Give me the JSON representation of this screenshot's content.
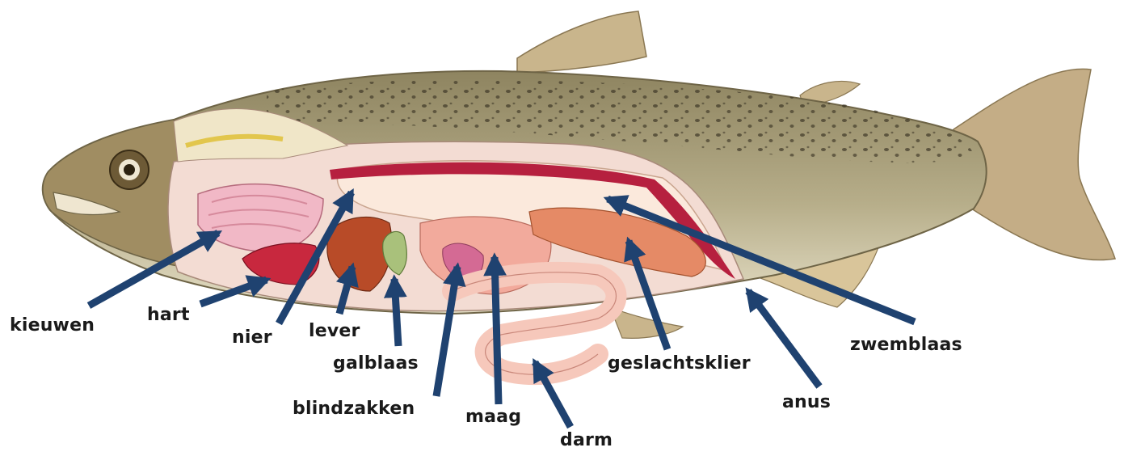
{
  "diagram": {
    "labels": {
      "kieuwen": "kieuwen",
      "hart": "hart",
      "nier": "nier",
      "lever": "lever",
      "galblaas": "galblaas",
      "blindzakken": "blindzakken",
      "maag": "maag",
      "darm": "darm",
      "geslachtsklier": "geslachtsklier",
      "anus": "anus",
      "zwemblaas": "zwemblaas"
    },
    "colors": {
      "arrow": "#1f4270",
      "body_dark": "#8e8460",
      "body_light": "#e6e0c8",
      "belly_cavity": "#f3dcd3",
      "gills": "#f1b8c6",
      "heart": "#c8283e",
      "kidney": "#b6203f",
      "liver": "#b84b28",
      "gallbladder": "#a9c17b",
      "stomach": "#f2aa9c",
      "intestine": "#f6c8bb",
      "gonad": "#e58a66",
      "swim_bladder": "#fbe9dc"
    }
  }
}
